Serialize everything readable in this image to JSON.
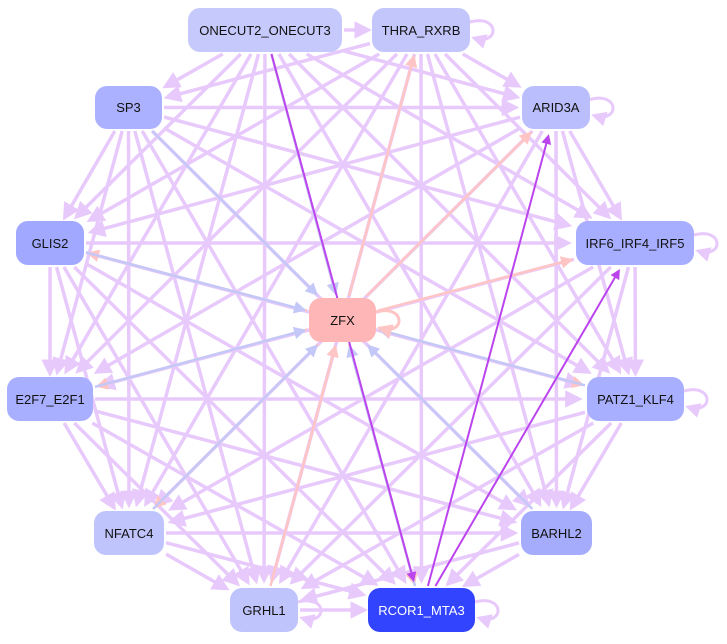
{
  "nodes": [
    {
      "id": "ON",
      "label": "ONECUT2_ONECUT3",
      "color": "#c6c9fb"
    },
    {
      "id": "TH",
      "label": "THRA_RXRB",
      "color": "#c2c6fb"
    },
    {
      "id": "SP",
      "label": "SP3",
      "color": "#abb1ff"
    },
    {
      "id": "AR",
      "label": "ARID3A",
      "color": "#babefc"
    },
    {
      "id": "GL",
      "label": "GLIS2",
      "color": "#a0a8ff"
    },
    {
      "id": "IR",
      "label": "IRF6_IRF4_IRF5",
      "color": "#a8aeff"
    },
    {
      "id": "ZF",
      "label": "ZFX",
      "color": "#ffb6b6"
    },
    {
      "id": "E2",
      "label": "E2F7_E2F1",
      "color": "#a9afff"
    },
    {
      "id": "PA",
      "label": "PATZ1_KLF4",
      "color": "#a9afff"
    },
    {
      "id": "NF",
      "label": "NFATC4",
      "color": "#c0c4fc"
    },
    {
      "id": "BA",
      "label": "BARHL2",
      "color": "#a6acfc"
    },
    {
      "id": "GR",
      "label": "GRHL1",
      "color": "#c0c4fc"
    },
    {
      "id": "RC",
      "label": "RCOR1_MTA3",
      "color": "#3344ff",
      "text_color": "#ffffff"
    }
  ],
  "edge_colors": {
    "l": "#e8c9fb",
    "p": "#ffc4c4",
    "b": "#c4c8f8",
    "d": "#bb44ee"
  },
  "edges": [
    [
      "ON",
      "TH",
      "l"
    ],
    [
      "ON",
      "SP",
      "l"
    ],
    [
      "ON",
      "AR",
      "l"
    ],
    [
      "ON",
      "GL",
      "l"
    ],
    [
      "ON",
      "IR",
      "l"
    ],
    [
      "ON",
      "E2",
      "l"
    ],
    [
      "ON",
      "PA",
      "l"
    ],
    [
      "ON",
      "NF",
      "l"
    ],
    [
      "ON",
      "BA",
      "l"
    ],
    [
      "ON",
      "GR",
      "l"
    ],
    [
      "TH",
      "SP",
      "l"
    ],
    [
      "TH",
      "AR",
      "l"
    ],
    [
      "TH",
      "GL",
      "l"
    ],
    [
      "TH",
      "IR",
      "l"
    ],
    [
      "TH",
      "E2",
      "l"
    ],
    [
      "TH",
      "PA",
      "l"
    ],
    [
      "TH",
      "NF",
      "l"
    ],
    [
      "TH",
      "BA",
      "l"
    ],
    [
      "TH",
      "GR",
      "l"
    ],
    [
      "TH",
      "RC",
      "l"
    ],
    [
      "SP",
      "AR",
      "l"
    ],
    [
      "SP",
      "GL",
      "l"
    ],
    [
      "SP",
      "IR",
      "l"
    ],
    [
      "SP",
      "E2",
      "l"
    ],
    [
      "SP",
      "PA",
      "l"
    ],
    [
      "SP",
      "NF",
      "l"
    ],
    [
      "SP",
      "BA",
      "l"
    ],
    [
      "SP",
      "GR",
      "l"
    ],
    [
      "SP",
      "RC",
      "l"
    ],
    [
      "AR",
      "GL",
      "l"
    ],
    [
      "AR",
      "IR",
      "l"
    ],
    [
      "AR",
      "E2",
      "l"
    ],
    [
      "AR",
      "PA",
      "l"
    ],
    [
      "AR",
      "NF",
      "l"
    ],
    [
      "AR",
      "BA",
      "l"
    ],
    [
      "AR",
      "GR",
      "l"
    ],
    [
      "GL",
      "IR",
      "l"
    ],
    [
      "GL",
      "E2",
      "l"
    ],
    [
      "GL",
      "PA",
      "l"
    ],
    [
      "GL",
      "NF",
      "l"
    ],
    [
      "GL",
      "BA",
      "l"
    ],
    [
      "GL",
      "GR",
      "l"
    ],
    [
      "GL",
      "RC",
      "l"
    ],
    [
      "IR",
      "E2",
      "l"
    ],
    [
      "IR",
      "PA",
      "l"
    ],
    [
      "IR",
      "NF",
      "l"
    ],
    [
      "IR",
      "BA",
      "l"
    ],
    [
      "IR",
      "GR",
      "l"
    ],
    [
      "E2",
      "PA",
      "l"
    ],
    [
      "E2",
      "NF",
      "l"
    ],
    [
      "E2",
      "BA",
      "l"
    ],
    [
      "E2",
      "GR",
      "l"
    ],
    [
      "E2",
      "RC",
      "l"
    ],
    [
      "PA",
      "NF",
      "l"
    ],
    [
      "PA",
      "BA",
      "l"
    ],
    [
      "PA",
      "GR",
      "l"
    ],
    [
      "PA",
      "RC",
      "l"
    ],
    [
      "NF",
      "BA",
      "l"
    ],
    [
      "NF",
      "GR",
      "l"
    ],
    [
      "NF",
      "RC",
      "l"
    ],
    [
      "BA",
      "GR",
      "l"
    ],
    [
      "BA",
      "RC",
      "l"
    ],
    [
      "GR",
      "RC",
      "l"
    ],
    [
      "ZF",
      "TH",
      "p"
    ],
    [
      "ZF",
      "AR",
      "p"
    ],
    [
      "ZF",
      "IR",
      "p"
    ],
    [
      "ZF",
      "PA",
      "p"
    ],
    [
      "ZF",
      "RC",
      "p"
    ],
    [
      "ZF",
      "NF",
      "p"
    ],
    [
      "ZF",
      "E2",
      "p"
    ],
    [
      "ZF",
      "GL",
      "p"
    ],
    [
      "ON",
      "ZF",
      "p"
    ],
    [
      "GR",
      "ZF",
      "p"
    ],
    [
      "SP",
      "ZF",
      "b"
    ],
    [
      "GL",
      "ZF",
      "b"
    ],
    [
      "E2",
      "ZF",
      "b"
    ],
    [
      "NF",
      "ZF",
      "b"
    ],
    [
      "BA",
      "ZF",
      "b"
    ],
    [
      "RC",
      "ZF",
      "b"
    ],
    [
      "ON",
      "ZF",
      "b"
    ],
    [
      "PA",
      "ZF",
      "b"
    ],
    [
      "ON",
      "RC",
      "d"
    ],
    [
      "RC",
      "AR",
      "d"
    ],
    [
      "RC",
      "IR",
      "d"
    ]
  ],
  "self_loops": [
    "TH",
    "AR",
    "IR",
    "PA",
    "ZF",
    "RC",
    "GR"
  ]
}
